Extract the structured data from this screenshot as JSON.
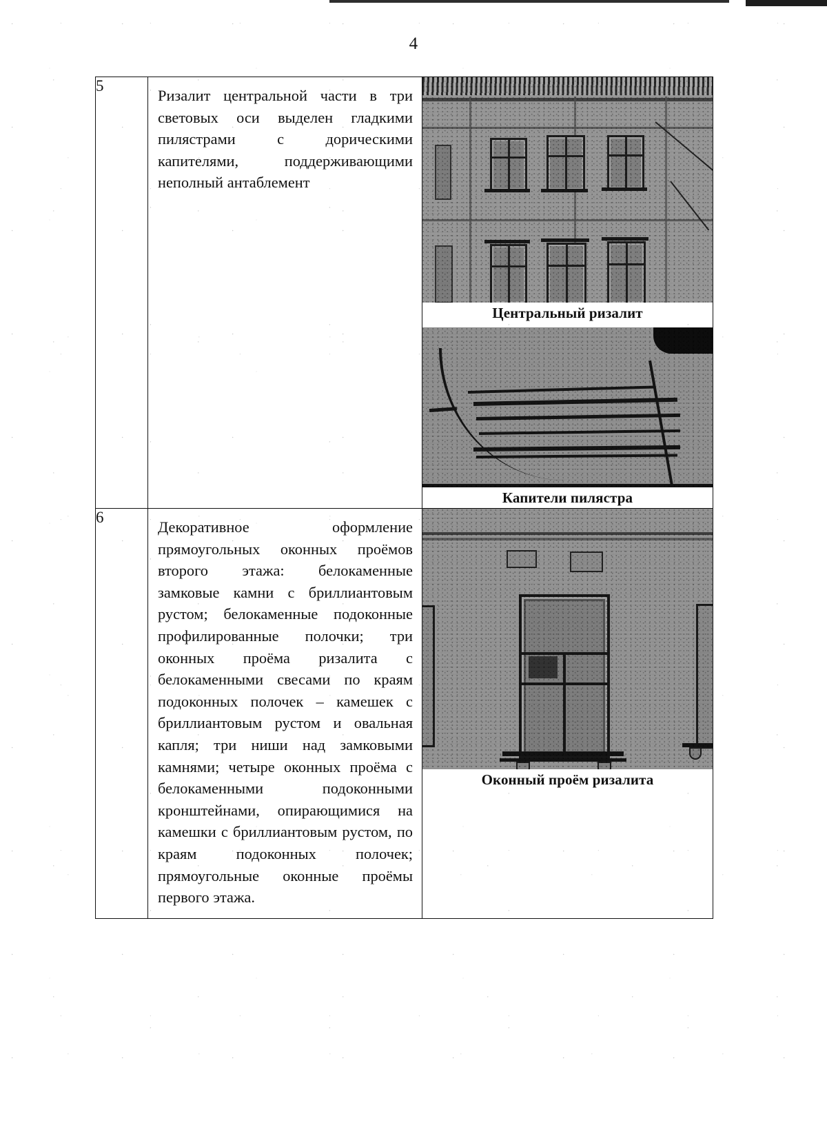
{
  "document": {
    "page_number": "4",
    "language": "ru"
  },
  "table": {
    "rows": [
      {
        "number": "5",
        "description": "Ризалит центральной части в три световых оси выделен гладкими пилястрами с дорическими капителями, поддерживающими неполный антаблемент",
        "figures": [
          {
            "caption": "Центральный ризалит",
            "alt": "facade-photo"
          },
          {
            "caption": "Капители пилястра",
            "alt": "pilaster-capitals-photo"
          }
        ]
      },
      {
        "number": "6",
        "description": "Декоративное оформление прямоугольных оконных проёмов второго этажа: белокаменные замковые камни с бриллиантовым рустом; белокаменные подоконные профилированные полочки; три оконных проёма ризалита с белокаменными свесами по краям подоконных полочек – камешек с бриллиантовым рустом и овальная капля; три ниши над замковыми камнями; четыре оконных проёма с белокаменными подоконными кронштейнами, опирающимися на камешки с бриллиантовым рустом, по краям подоконных полочек; прямоугольные оконные проёмы первого этажа.",
        "figures": [
          {
            "caption": "Оконный проём ризалита",
            "alt": "window-opening-photo"
          }
        ]
      }
    ]
  },
  "colors": {
    "ink": "#111111",
    "photo_mid_gray": "#9c9c9c",
    "photo_dark": "#1e1e1e",
    "page_background": "#ffffff"
  }
}
